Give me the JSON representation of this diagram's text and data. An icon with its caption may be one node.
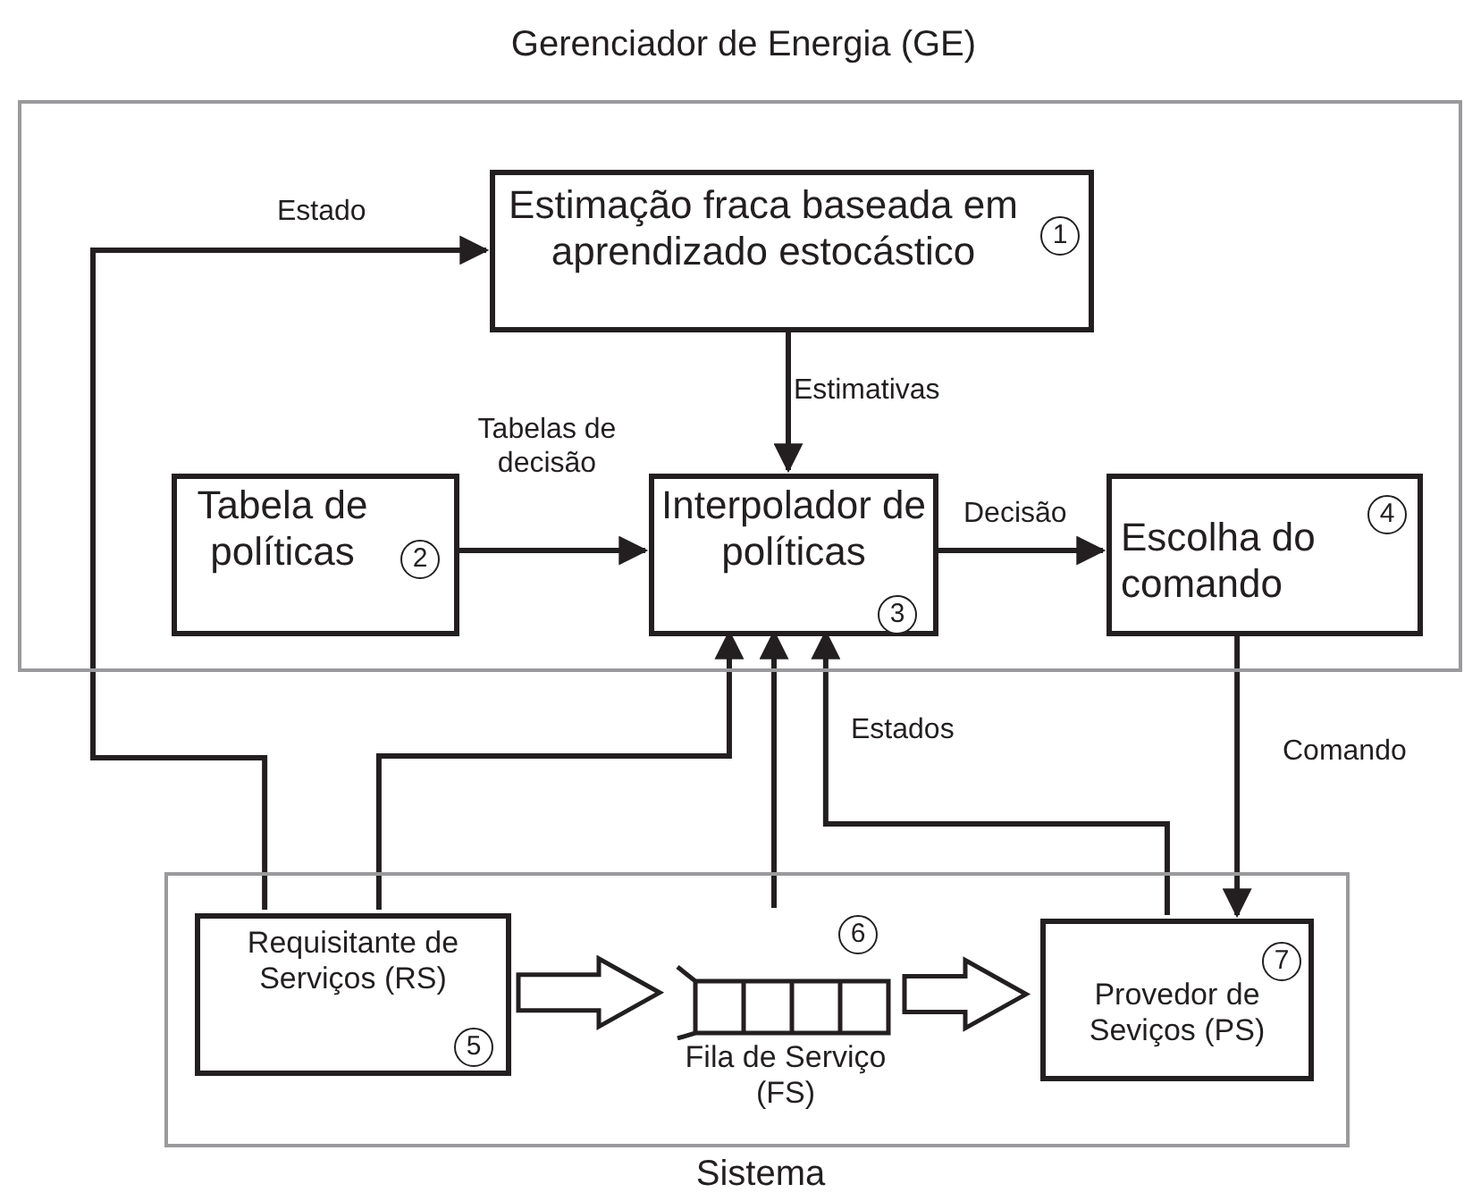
{
  "diagram": {
    "nodes": [
      {
        "text": [
          "Gerenciador de Energia (GE)"
        ]
      },
      {
        "text": [
          "Estimação fraca baseada em aprendizado estocástico",
          "1"
        ],
        "in": 0
      },
      {
        "text": [
          "Tabela de políticas",
          "2"
        ],
        "in": 0
      },
      {
        "text": [
          "Interpolador de políticas",
          "3"
        ],
        "in": 0
      },
      {
        "text": [
          "Escolha do comando",
          "4"
        ],
        "in": 0
      },
      {
        "text": [
          "Sistema"
        ]
      },
      {
        "text": [
          "Requisitante de Serviços (RS)",
          "5"
        ],
        "in": 5
      },
      {
        "text": [
          "6",
          "Fila de Serviço (FS)"
        ],
        "in": 5
      },
      {
        "text": [
          "7",
          "Provedor de Seviços (PS)"
        ],
        "in": 5
      }
    ],
    "edges": [
      {
        "from": 6,
        "to": 1,
        "arrow": "to",
        "label": "Estado"
      },
      {
        "from": 1,
        "to": 3,
        "arrow": "to",
        "label": "Estimativas"
      },
      {
        "from": 2,
        "to": 3,
        "arrow": "to",
        "label": "Tabelas de decisão"
      },
      {
        "from": 3,
        "to": 4,
        "arrow": "to",
        "label": "Decisão"
      },
      {
        "from": 4,
        "to": 8,
        "arrow": "to",
        "label": "Comando"
      },
      {
        "from": 6,
        "to": 3,
        "arrow": "to"
      },
      {
        "from": 7,
        "to": 3,
        "arrow": "to"
      },
      {
        "from": 8,
        "to": 3,
        "arrow": "to",
        "label": "Estados"
      },
      {
        "from": 6,
        "to": 7,
        "arrow": "to",
        "style": "thick"
      },
      {
        "from": 7,
        "to": 8,
        "arrow": "to",
        "style": "thick"
      }
    ]
  }
}
